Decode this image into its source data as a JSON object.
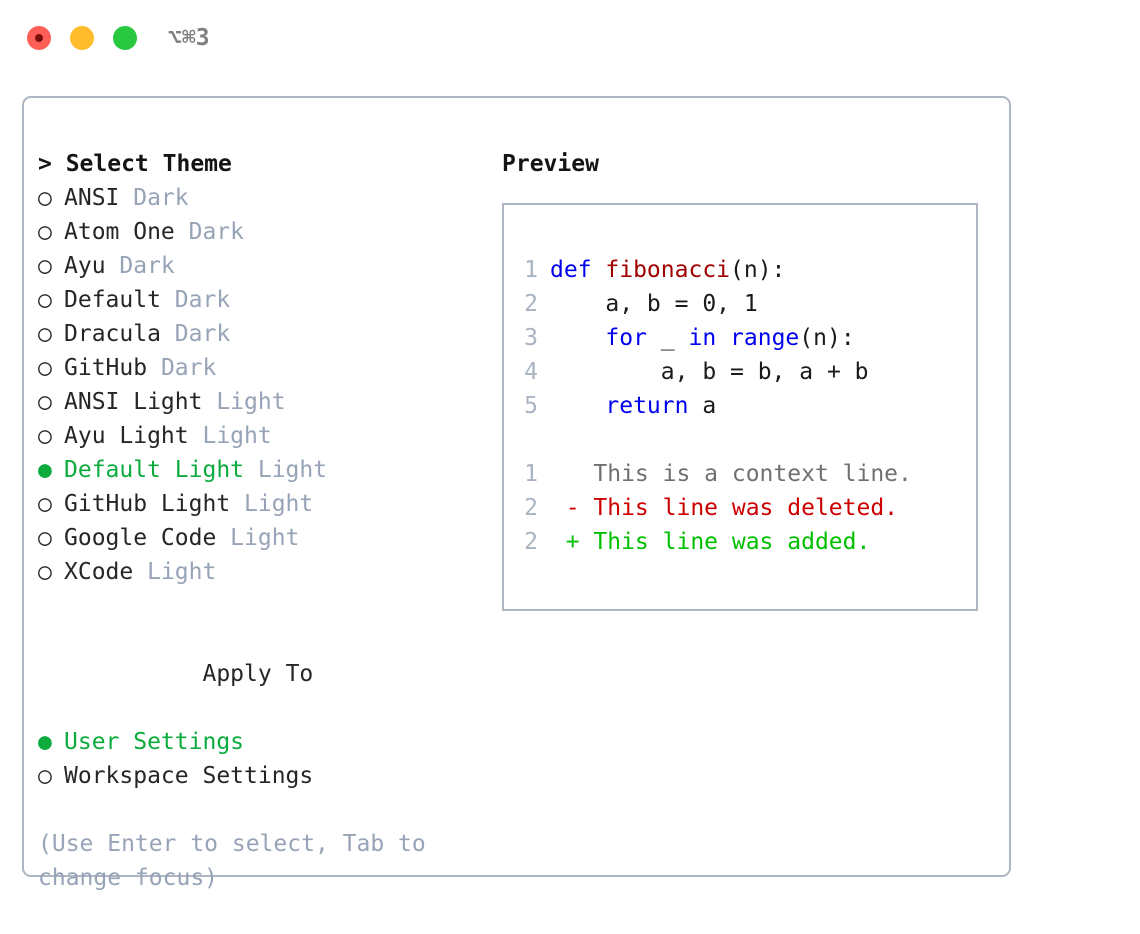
{
  "window": {
    "shortcut": "⌥⌘3",
    "traffic_lights": [
      "close-button",
      "minimize-button",
      "maximize-button"
    ]
  },
  "theme_picker": {
    "heading": "> Select Theme",
    "marker_selected": "●",
    "marker_unselected": "○",
    "accent_color": "#0cab3d",
    "items": [
      {
        "name": "ANSI",
        "category": "Dark",
        "selected": false
      },
      {
        "name": "Atom One",
        "category": "Dark",
        "selected": false
      },
      {
        "name": "Ayu",
        "category": "Dark",
        "selected": false
      },
      {
        "name": "Default",
        "category": "Dark",
        "selected": false
      },
      {
        "name": "Dracula",
        "category": "Dark",
        "selected": false
      },
      {
        "name": "GitHub",
        "category": "Dark",
        "selected": false
      },
      {
        "name": "ANSI Light",
        "category": "Light",
        "selected": false
      },
      {
        "name": "Ayu Light",
        "category": "Light",
        "selected": false
      },
      {
        "name": "Default Light",
        "category": "Light",
        "selected": true
      },
      {
        "name": "GitHub Light",
        "category": "Light",
        "selected": false
      },
      {
        "name": "Google Code",
        "category": "Light",
        "selected": false
      },
      {
        "name": "XCode",
        "category": "Light",
        "selected": false
      }
    ]
  },
  "apply_to": {
    "heading": "Apply To",
    "items": [
      {
        "label": "User Settings",
        "selected": true
      },
      {
        "label": "Workspace Settings",
        "selected": false
      }
    ]
  },
  "hint": "(Use Enter to select, Tab to change focus)",
  "preview": {
    "title": "Preview",
    "code_lines": [
      {
        "lno": "1",
        "tokens": [
          {
            "t": "def ",
            "c": "kw"
          },
          {
            "t": "fibonacci",
            "c": "fn"
          },
          {
            "t": "(n):",
            "c": "pl"
          }
        ]
      },
      {
        "lno": "2",
        "tokens": [
          {
            "t": "    a, b = 0, 1",
            "c": "pl"
          }
        ]
      },
      {
        "lno": "3",
        "tokens": [
          {
            "t": "    ",
            "c": "pl"
          },
          {
            "t": "for",
            "c": "kw"
          },
          {
            "t": " _ ",
            "c": "pl"
          },
          {
            "t": "in",
            "c": "kw"
          },
          {
            "t": " ",
            "c": "pl"
          },
          {
            "t": "range",
            "c": "kw"
          },
          {
            "t": "(n):",
            "c": "pl"
          }
        ]
      },
      {
        "lno": "4",
        "tokens": [
          {
            "t": "        a, b = b, a + b",
            "c": "pl"
          }
        ]
      },
      {
        "lno": "5",
        "tokens": [
          {
            "t": "    ",
            "c": "pl"
          },
          {
            "t": "return",
            "c": "kw"
          },
          {
            "t": " a",
            "c": "pl"
          }
        ]
      }
    ],
    "diff_lines": [
      {
        "lno": "1",
        "sign": " ",
        "text": "This is a context line.",
        "kind": "ctx"
      },
      {
        "lno": "2",
        "sign": "-",
        "text": "This line was deleted.",
        "kind": "del"
      },
      {
        "lno": "2",
        "sign": "+",
        "text": "This line was added.",
        "kind": "add"
      }
    ],
    "colors": {
      "keyword": "#0000ee",
      "function": "#a00000",
      "plain": "#1a1a1a",
      "line_number": "#a9b3c1",
      "diff_context": "#707070",
      "diff_deleted": "#cc0000",
      "diff_added": "#00c000"
    }
  }
}
